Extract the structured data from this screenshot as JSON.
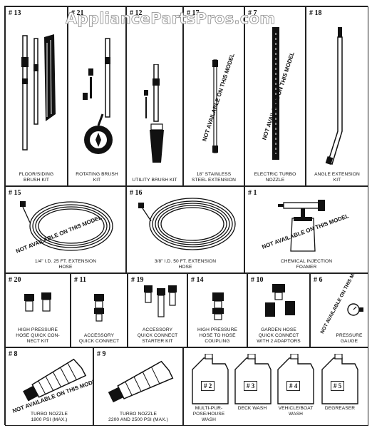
{
  "watermark": "AppliancePartsPros.com",
  "not_available": "NOT AVAILABLE ON THIS MODEL",
  "parts": [
    {
      "num": "# 13",
      "caption": "FLOOR/SIDING\nBRUSH KIT"
    },
    {
      "num": "# 21",
      "caption": "ROTATING BRUSH\nKIT"
    },
    {
      "num": "# 12",
      "caption": "UTILITY BRUSH KIT"
    },
    {
      "num": "# 17",
      "caption": "18\" STAINLESS\nSTEEL EXTENSION"
    },
    {
      "num": "# 7",
      "caption": "ELECTRIC TURBO\nNOZZLE"
    },
    {
      "num": "# 18",
      "caption": "ANGLE EXTENSION\nKIT"
    },
    {
      "num": "# 15",
      "caption": "1/4\" I.D. 25 ft. EXTENSION\nHOSE"
    },
    {
      "num": "# 16",
      "caption": "3/8\" I.D. 50 ft. EXTENSION\nHOSE"
    },
    {
      "num": "# 1",
      "caption": "CHEMICAL INJECTION\nFOAMER"
    },
    {
      "num": "# 20",
      "caption": "HIGH PRESSURE\nHOSE QUICK CON-\nNECT KIT"
    },
    {
      "num": "# 11",
      "caption": "ACCESSORY\nQUICK CONNECT"
    },
    {
      "num": "# 19",
      "caption": "ACCESSORY\nQUICK CONNECT\nSTARTER KIT"
    },
    {
      "num": "# 14",
      "caption": "HIGH PRESSURE\nHOSE TO HOSE\nCOUPLING"
    },
    {
      "num": "# 10",
      "caption": "GARDEN HOSE\nQUICK CONNECT\nWITH 2 ADAPTORS"
    },
    {
      "num": "# 6",
      "caption": "PRESSURE\nGAUGE"
    },
    {
      "num": "# 8",
      "caption": "TURBO NOZZLE\n1800 PSI (max.)"
    },
    {
      "num": "# 9",
      "caption": "TURBO NOZZLE\n2200 AND 2500 PSI (max.)"
    },
    {
      "num": "# 2",
      "caption": "MULTI-PUR-\nPOSE/HOUSE\nWASH"
    },
    {
      "num": "# 3",
      "caption": "DECK WASH"
    },
    {
      "num": "# 4",
      "caption": "VEHICLE/BOAT\nWASH"
    },
    {
      "num": "# 5",
      "caption": "DEGREASER"
    }
  ]
}
